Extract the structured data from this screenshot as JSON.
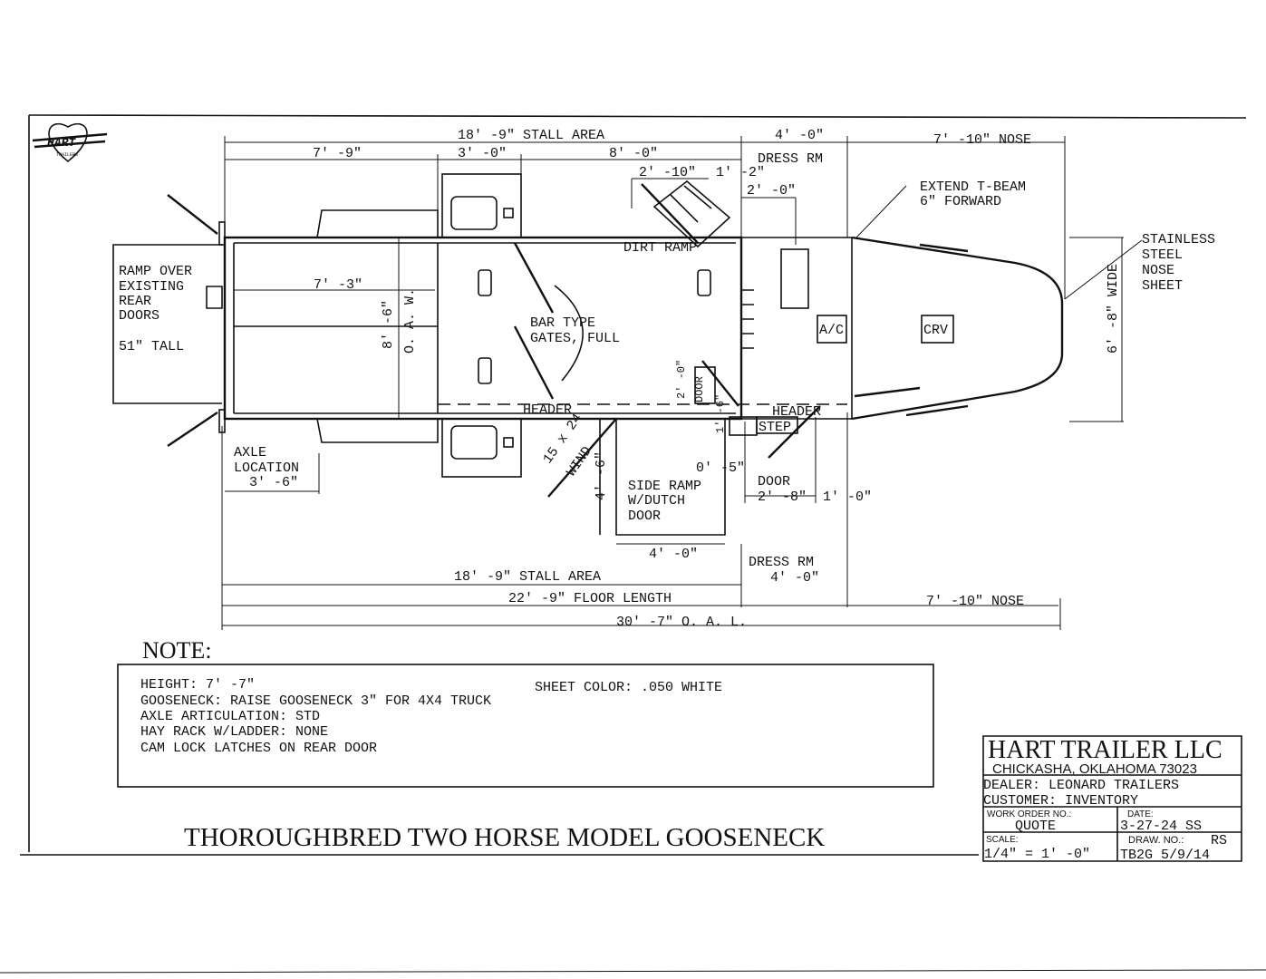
{
  "logo": {
    "text": "HART",
    "subtext": "TRAILERS"
  },
  "dimensions": {
    "top_stall_area": "18' -9\" STALL AREA",
    "top_dress_rm": "4' -0\"",
    "top_nose": "7' -10\" NOSE",
    "rear_section": "7' -9\"",
    "mid_section": "3' -0\"",
    "front_section": "8' -0\"",
    "tack_a": "2' -10\"",
    "tack_b": "1' -2\"",
    "tack_c": "2' -0\"",
    "inner_width": "7' -3\"",
    "overall_width": "8' -6\"",
    "oaw": "O. A. W.",
    "axle_location": "3' -6\"",
    "side_ramp_height": "4' -6\"",
    "side_ramp_width": "4' -0\"",
    "door_height": "2' -0\"",
    "door_small": "1' -6\"",
    "step_offset": "0' -5\"",
    "door_width": "2' -8\"",
    "door_offset": "1' -0\"",
    "nose_width": "6' -8\" WIDE",
    "bottom_stall_area": "18' -9\" STALL AREA",
    "bottom_dress_rm": "4' -0\"",
    "floor_length": "22' -9\" FLOOR LENGTH",
    "bottom_nose": "7' -10\" NOSE",
    "oal": "30' -7\" O. A. L."
  },
  "labels": {
    "dress_rm_top": "DRESS RM",
    "dress_rm_bottom": "DRESS RM",
    "extend_tbeam_1": "EXTEND T-BEAM",
    "extend_tbeam_2": "6\" FORWARD",
    "stainless_1": "STAINLESS",
    "stainless_2": "STEEL",
    "stainless_3": "NOSE",
    "stainless_4": "SHEET",
    "ramp_1": "RAMP OVER",
    "ramp_2": "EXISTING",
    "ramp_3": "REAR",
    "ramp_4": "DOORS",
    "ramp_tall": "51\" TALL",
    "dirt_ramp": "DIRT RAMP",
    "bar_gates_1": "BAR TYPE",
    "bar_gates_2": "GATES, FULL",
    "header_left": "HEADER",
    "header_right": "HEADER",
    "step": "STEP",
    "door_vertical": "DOOR",
    "door_label": "DOOR",
    "ac": "A/C",
    "crv": "CRV",
    "axle_1": "AXLE",
    "axle_2": "LOCATION",
    "wind_1": "15 x 24",
    "wind_2": "WIND",
    "side_ramp_1": "SIDE RAMP",
    "side_ramp_2": "W/DUTCH",
    "side_ramp_3": "DOOR"
  },
  "note": {
    "heading": "NOTE:",
    "lines": [
      "HEIGHT: 7' -7\"",
      "GOOSENECK: RAISE GOOSENECK 3\" FOR 4X4 TRUCK",
      "AXLE ARTICULATION: STD",
      "HAY RACK W/LADDER: NONE",
      "CAM LOCK LATCHES ON REAR DOOR"
    ],
    "sheet_color": "SHEET COLOR: .050 WHITE"
  },
  "title": "THOROUGHBRED TWO HORSE MODEL GOOSENECK",
  "title_block": {
    "company": "HART TRAILER LLC",
    "address": "CHICKASHA, OKLAHOMA 73023",
    "dealer": "DEALER: LEONARD TRAILERS",
    "customer": "CUSTOMER: INVENTORY",
    "work_order_label": "WORK ORDER NO.:",
    "work_order": "QUOTE",
    "date_label": "DATE:",
    "date": "3-27-24 SS",
    "scale_label": "SCALE:",
    "scale": "1/4\" = 1' -0\"",
    "draw_no_label": "DRAW. NO.:",
    "draw_initials": "RS",
    "draw_no": "TB2G 5/9/14"
  }
}
